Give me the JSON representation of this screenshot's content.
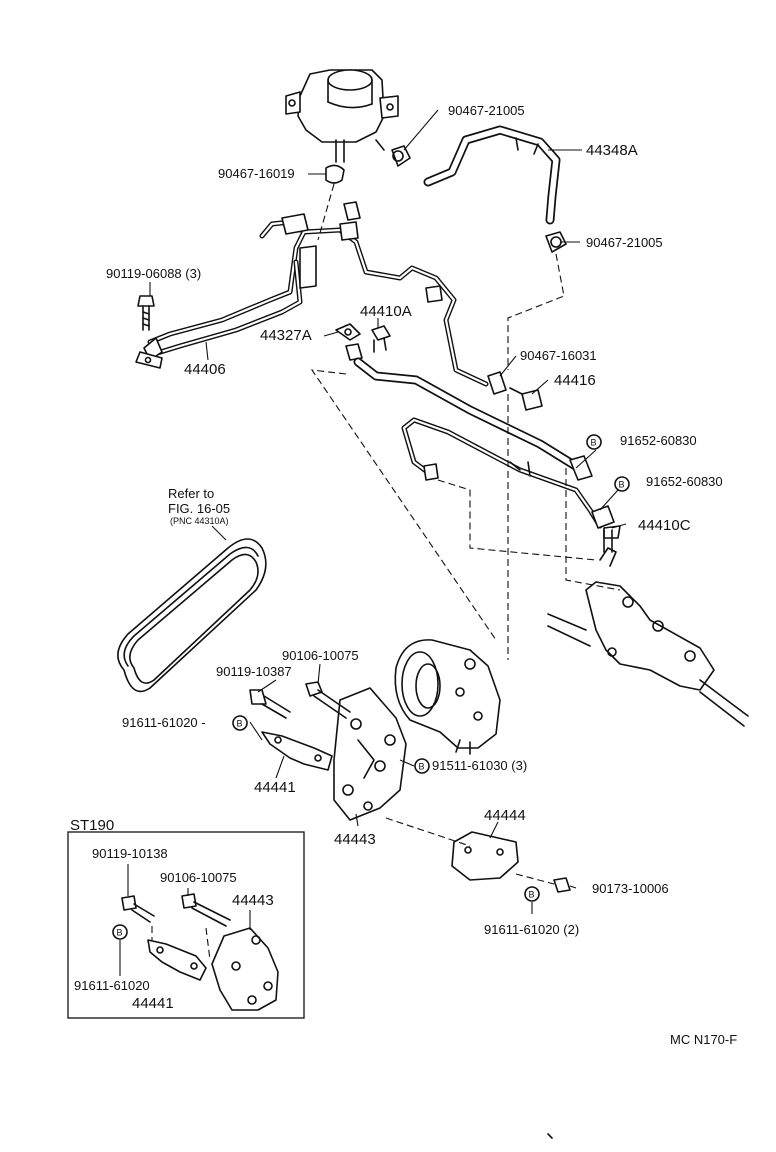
{
  "labels": {
    "p90467_21005_top": "90467-21005",
    "p44348A": "44348A",
    "p90467_16019": "90467-16019",
    "p90467_21005_bot": "90467-21005",
    "p90119_06088": "90119-06088 (3)",
    "p44410A": "44410A",
    "p44327A": "44327A",
    "p44406": "44406",
    "p90467_16031": "90467-16031",
    "p44416": "44416",
    "p91652_60830_a": "91652-60830",
    "p91652_60830_b": "91652-60830",
    "p44410C": "44410C",
    "p90106_10075": "90106-10075",
    "p90119_10387": "90119-10387",
    "p91611_61020": "91611-61020 -",
    "p91511_61030": "91511-61030 (3)",
    "p44441": "44441",
    "p44443": "44443",
    "p44444": "44444",
    "p90173_10006": "90173-10006",
    "p91611_61020_2": "91611-61020 (2)"
  },
  "refer": {
    "line1": "Refer to",
    "line2": "FIG. 16-05",
    "line3": "(PNC 44310A)"
  },
  "inset": {
    "title": "ST190",
    "p90119_10138": "90119-10138",
    "p90106_10075": "90106-10075",
    "p44443": "44443",
    "p91611_61020": "91611-61020",
    "p44441": "44441"
  },
  "badge": "B",
  "diagram_code": "MC N170-F"
}
